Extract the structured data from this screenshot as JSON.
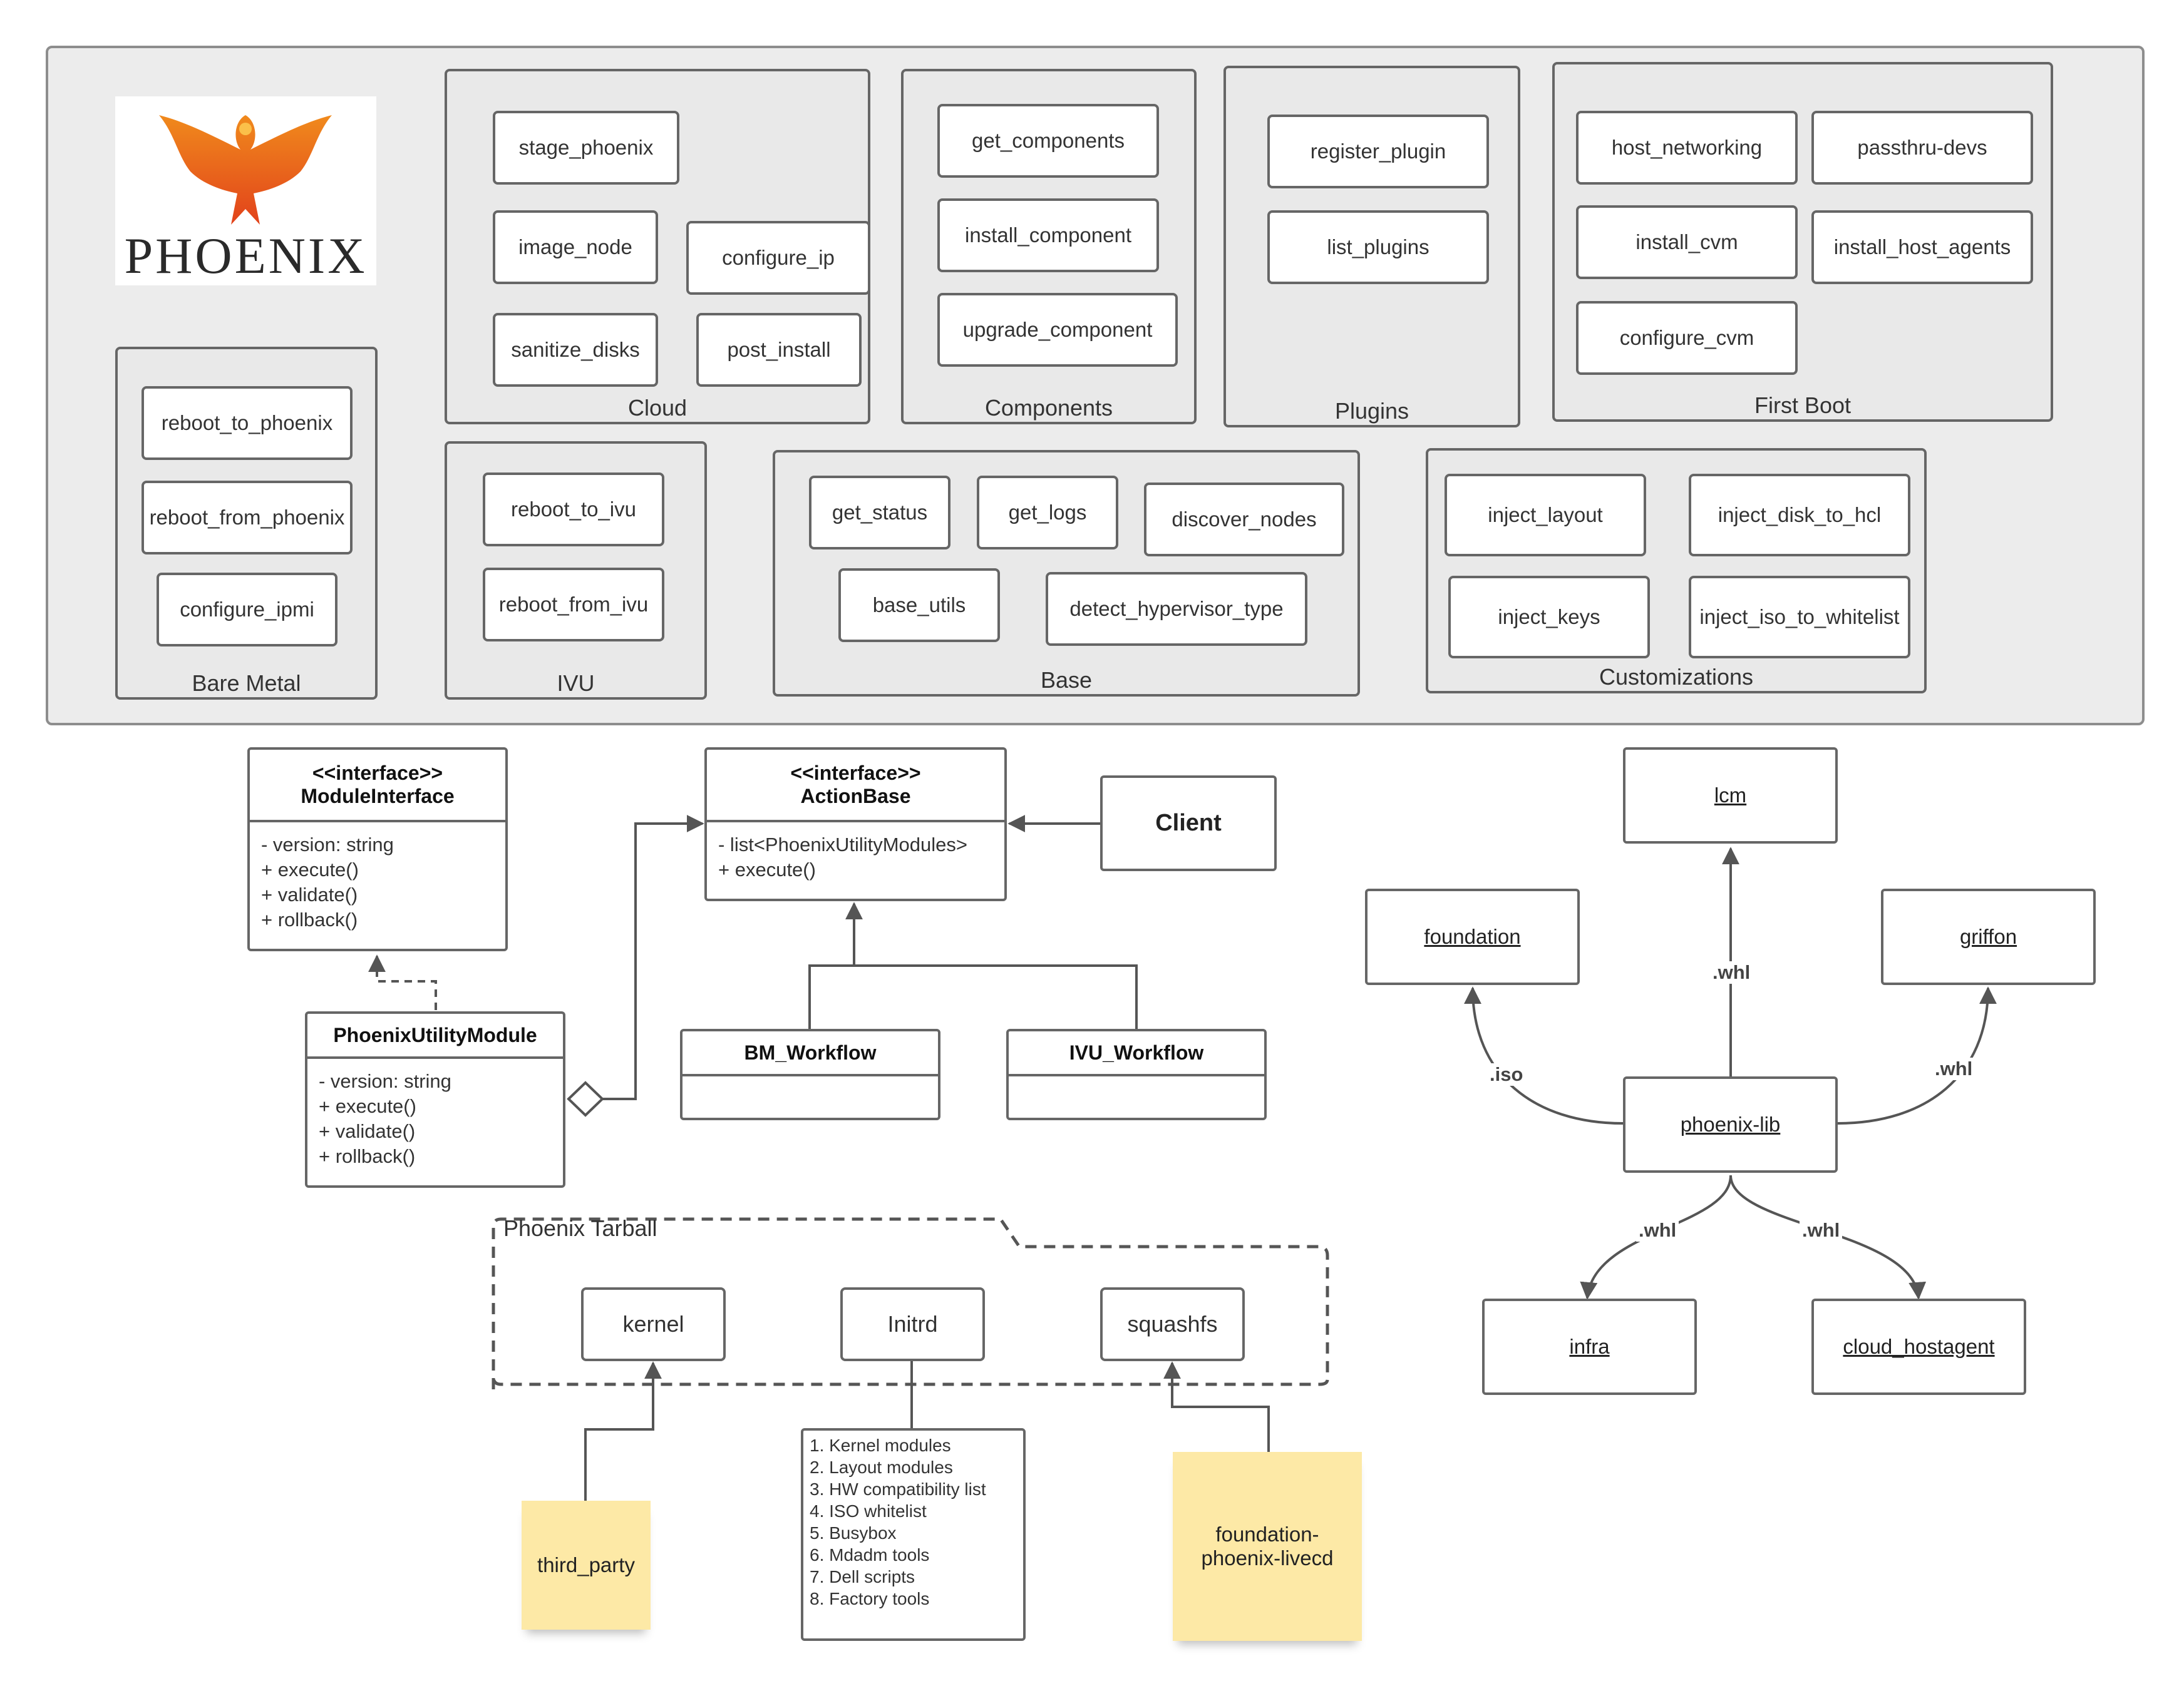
{
  "logo": {
    "text": "PHOENIX"
  },
  "groups": {
    "cloud": {
      "label": "Cloud",
      "modules": [
        "stage_phoenix",
        "image_node",
        "configure_ip",
        "sanitize_disks",
        "post_install"
      ]
    },
    "components": {
      "label": "Components",
      "modules": [
        "get_components",
        "install_component",
        "upgrade_component"
      ]
    },
    "plugins": {
      "label": "Plugins",
      "modules": [
        "register_plugin",
        "list_plugins"
      ]
    },
    "first_boot": {
      "label": "First Boot",
      "modules": [
        "host_networking",
        "passthru-devs",
        "install_cvm",
        "install_host_agents",
        "configure_cvm"
      ]
    },
    "bare_metal": {
      "label": "Bare Metal",
      "modules": [
        "reboot_to_phoenix",
        "reboot_from_phoenix",
        "configure_ipmi"
      ]
    },
    "ivu": {
      "label": "IVU",
      "modules": [
        "reboot_to_ivu",
        "reboot_from_ivu"
      ]
    },
    "base": {
      "label": "Base",
      "modules": [
        "get_status",
        "get_logs",
        "discover_nodes",
        "base_utils",
        "detect_hypervisor_type"
      ]
    },
    "customizations": {
      "label": "Customizations",
      "modules": [
        "inject_layout",
        "inject_disk_to_hcl",
        "inject_keys",
        "inject_iso_to_whitelist"
      ]
    }
  },
  "uml": {
    "module_interface": {
      "stereotype": "<<interface>>",
      "name": "ModuleInterface",
      "members": [
        "- version: string",
        "+ execute()",
        "+ validate()",
        "+ rollback()"
      ]
    },
    "action_base": {
      "stereotype": "<<interface>>",
      "name": "ActionBase",
      "members": [
        "- list<PhoenixUtilityModules>",
        "+ execute()"
      ]
    },
    "client": {
      "name": "Client"
    },
    "utility_module": {
      "name": "PhoenixUtilityModule",
      "members": [
        "- version: string",
        "+ execute()",
        "+ validate()",
        "+ rollback()"
      ]
    },
    "bm_workflow": {
      "name": "BM_Workflow"
    },
    "ivu_workflow": {
      "name": "IVU_Workflow"
    }
  },
  "tarball": {
    "label": "Phoenix Tarball",
    "items": [
      "kernel",
      "Initrd",
      "squashfs"
    ],
    "initrd_contents": [
      "1. Kernel modules",
      "2. Layout modules",
      "3. HW compatibility list",
      "4. ISO whitelist",
      "5. Busybox",
      "6. Mdadm tools",
      "7. Dell scripts",
      "8. Factory tools"
    ],
    "notes": [
      "third_party",
      "foundation-phoenix-livecd"
    ]
  },
  "packages": {
    "lcm": "lcm",
    "foundation": "foundation",
    "griffon": "griffon",
    "phoenix_lib": "phoenix-lib",
    "infra": "infra",
    "cloud_hostagent": "cloud_hostagent",
    "edges": {
      "to_lcm": ".whl",
      "to_foundation": ".iso",
      "to_griffon": ".whl",
      "to_infra": ".whl",
      "to_cloud_hostagent": ".whl"
    }
  }
}
